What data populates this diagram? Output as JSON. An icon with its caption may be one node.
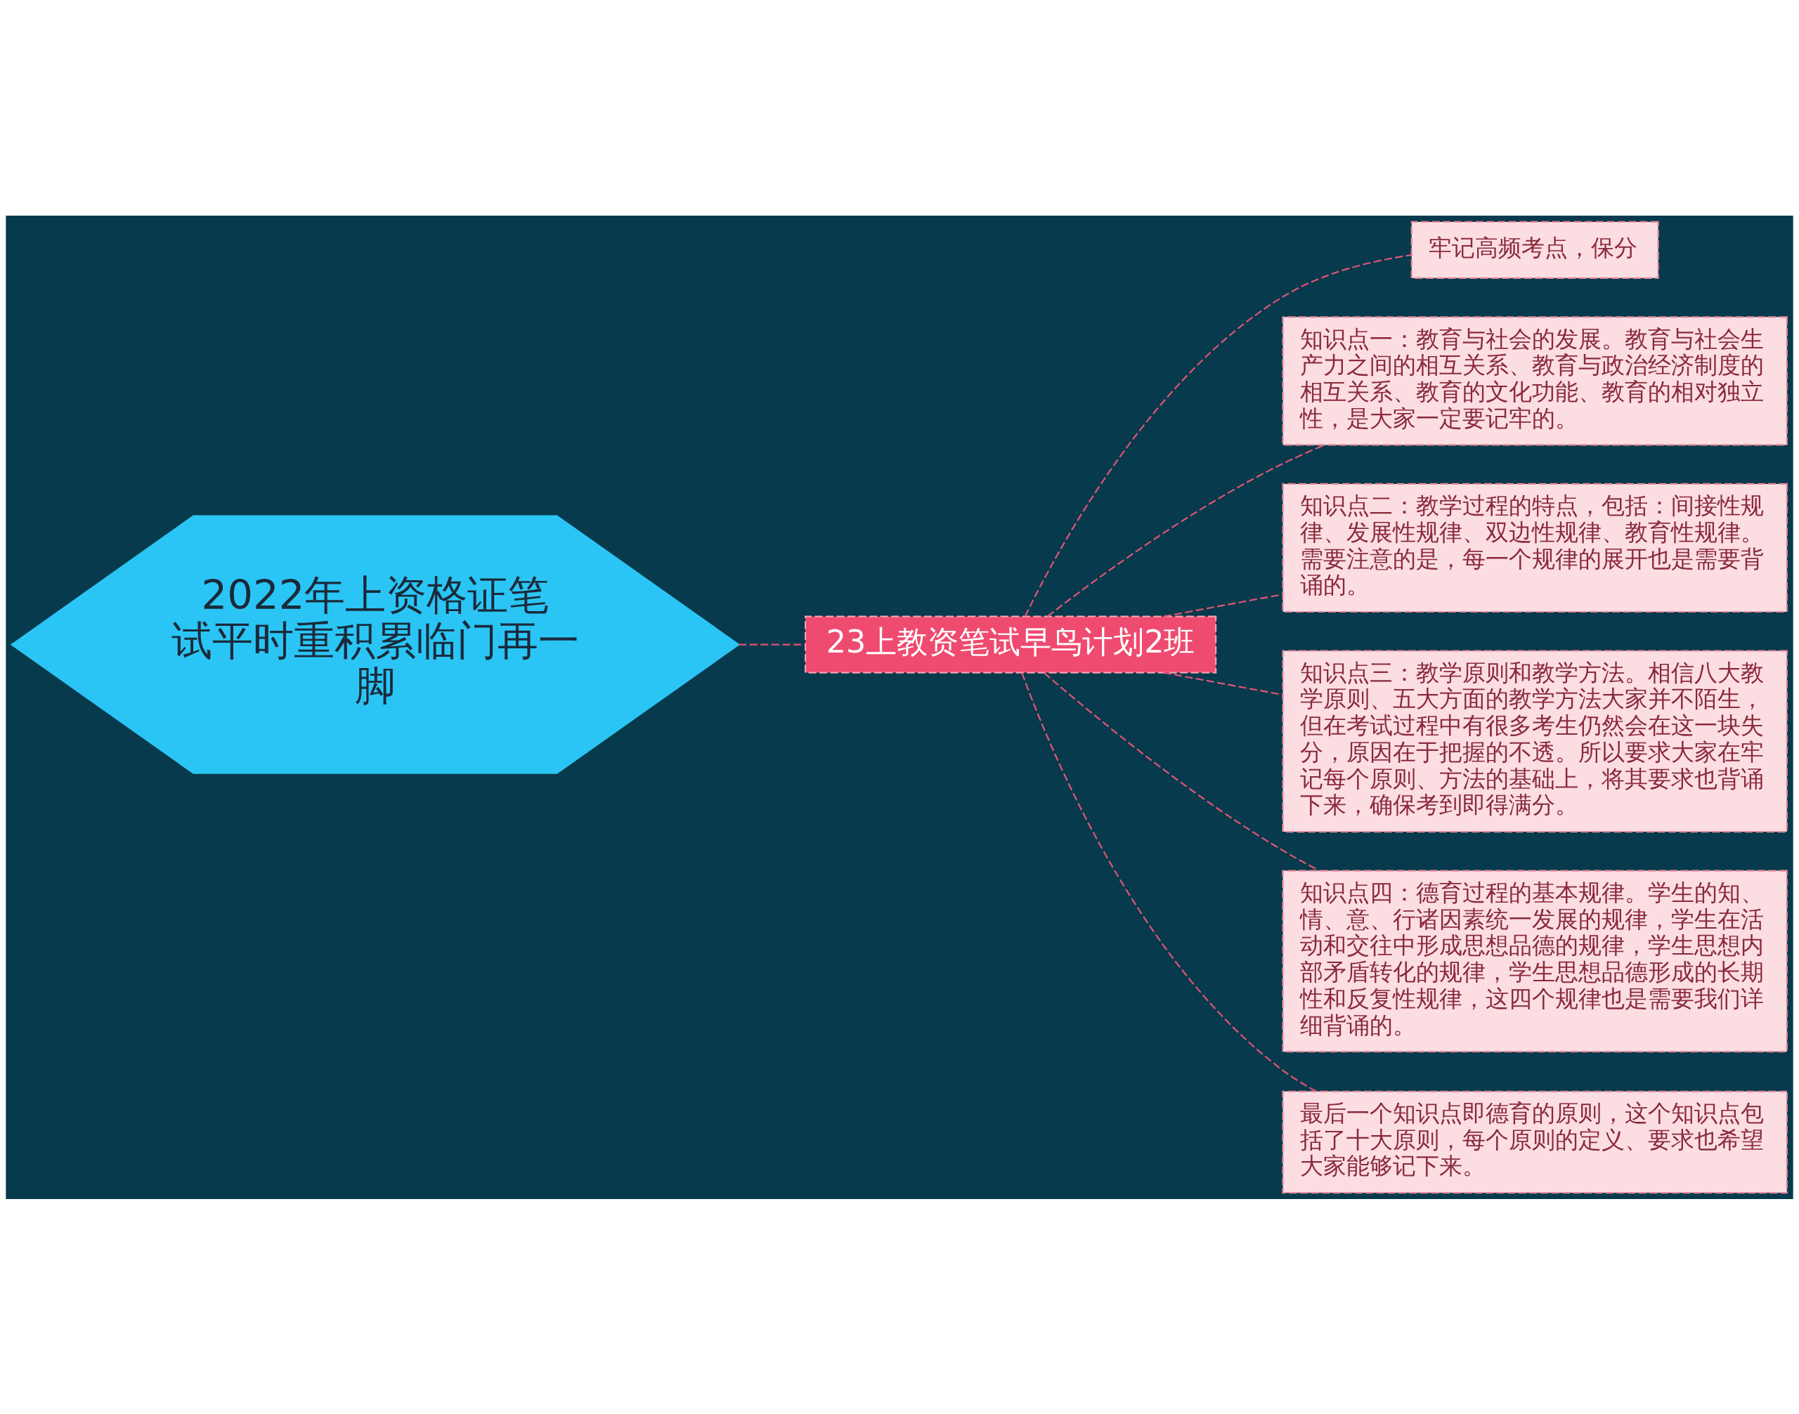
{
  "diagram": {
    "nodes": [
      {
        "text": [
          "2022年上资格证笔试平时重积累临门再一脚"
        ]
      },
      {
        "text": [
          "23上教资笔试早鸟计划2班"
        ]
      },
      {
        "text": [
          "牢记高频考点，保分"
        ]
      },
      {
        "text": [
          "知识点一：教育与社会的发展。教育与社会生产力之间的相互关系、教育与政治经济制度的相互关系、教育的文化功能、教育的相对独立性，是大家一定要记牢的。"
        ]
      },
      {
        "text": [
          "知识点二：教学过程的特点，包括：间接性规律、发展性规律、双边性规律、教育性规律。需要注意的是，每一个规律的展开也是需要背诵的。"
        ]
      },
      {
        "text": [
          "知识点三：教学原则和教学方法。相信八大教学原则、五大方面的教学方法大家并不陌生，但在考试过程中有很多考生仍然会在这一块失分，原因在于把握的不透。所以要求大家在牢记每个原则、方法的基础上，将其要求也背诵下来，确保考到即得满分。"
        ]
      },
      {
        "text": [
          "知识点四：德育过程的基本规律。学生的知、情、意、行诸因素统一发展的规律，学生在活动和交往中形成思想品德的规律，学生思想内部矛盾转化的规律，学生思想品德形成的长期性和反复性规律，这四个规律也是需要我们详细背诵的。"
        ]
      },
      {
        "text": [
          "最后一个知识点即德育的原则，这个知识点包括了十大原则，每个原则的定义、要求也希望大家能够记下来。"
        ]
      }
    ],
    "edges": [
      {
        "from": 0,
        "to": 1,
        "arrow": "none",
        "style": "dashed"
      },
      {
        "from": 1,
        "to": 2,
        "arrow": "none",
        "style": "dashed"
      },
      {
        "from": 1,
        "to": 3,
        "arrow": "none",
        "style": "dashed"
      },
      {
        "from": 1,
        "to": 4,
        "arrow": "none",
        "style": "dashed"
      },
      {
        "from": 1,
        "to": 5,
        "arrow": "none",
        "style": "dashed"
      },
      {
        "from": 1,
        "to": 6,
        "arrow": "none",
        "style": "dashed"
      },
      {
        "from": 1,
        "to": 7,
        "arrow": "none",
        "style": "dashed"
      }
    ]
  }
}
